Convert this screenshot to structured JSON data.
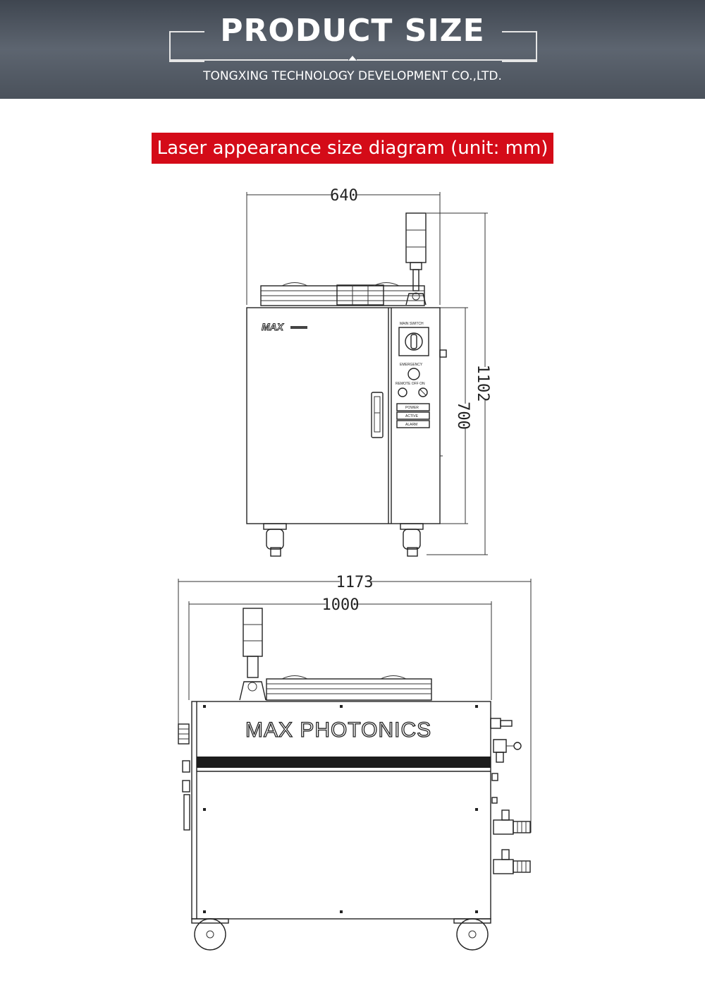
{
  "header": {
    "title": "PRODUCT SIZE",
    "company": "TONGXING TECHNOLOGY DEVELOPMENT CO.,LTD."
  },
  "section": {
    "label": "Laser appearance size diagram (unit: mm)"
  },
  "front_view": {
    "width_dim": "640",
    "height_total_dim": "1102",
    "height_body_dim": "700",
    "logo_text": "MAX",
    "panel_labels": {
      "main_switch": "MAIN SWITCH",
      "emergency": "EMERGENCY",
      "remote_off_on": "REMOTE  OFF  ON",
      "power": "POWER",
      "active": "ACTIVE",
      "alarm": "ALARM"
    }
  },
  "side_view": {
    "overall_dim": "1173",
    "body_dim": "1000",
    "brand_text": "MAX  PHOTONICS"
  },
  "colors": {
    "banner": "#4f5660",
    "accent_red": "#d40b18",
    "line": "#222222"
  }
}
